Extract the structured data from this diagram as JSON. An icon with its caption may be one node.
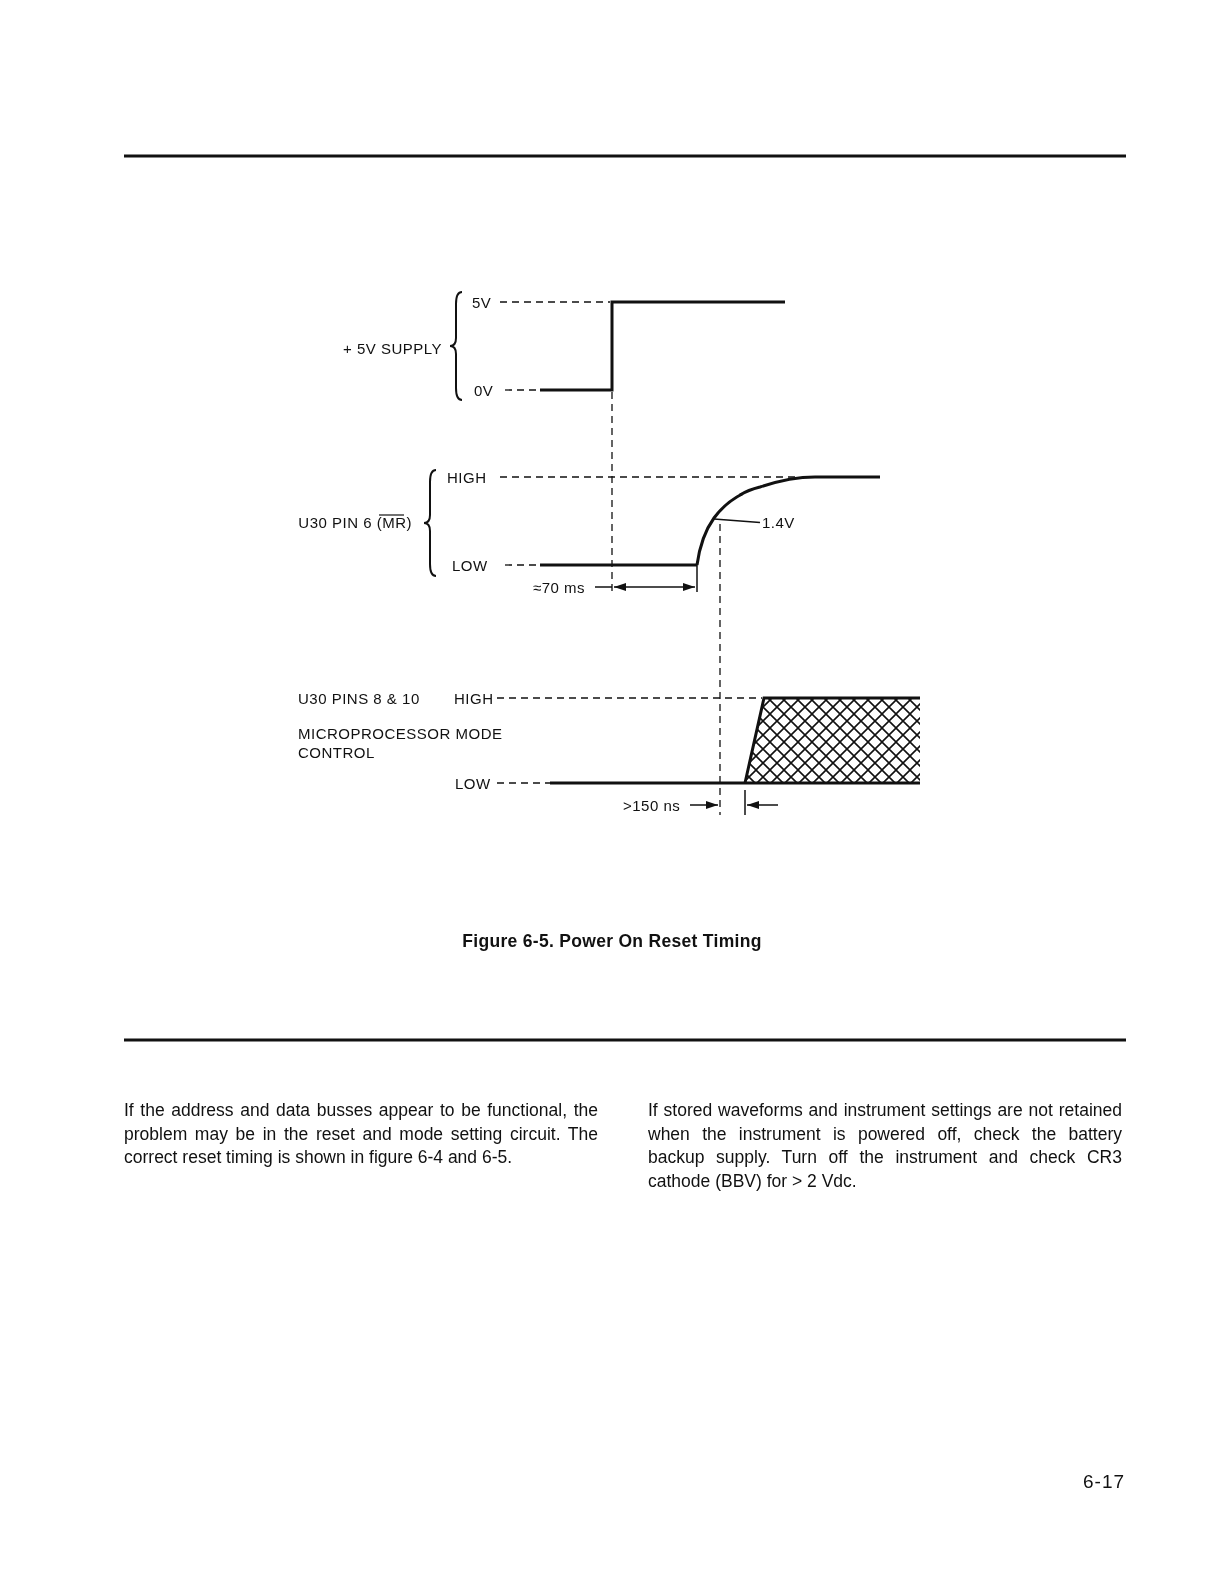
{
  "diagram": {
    "caption": "Figure 6-5. Power On Reset Timing",
    "nodes": [
      {
        "text": [
          "1.4V"
        ]
      },
      {
        "text": [],
        "shape": "curve"
      }
    ],
    "edges": [
      {
        "from": 0,
        "to": 1,
        "arrow": "none"
      }
    ],
    "labels": [
      "+ 5V SUPPLY",
      "5V",
      "0V",
      "U30 PIN 6 (MR)",
      "HIGH",
      "LOW",
      "≈70 ms",
      "U30 PINS 8 & 10",
      "HIGH",
      "MICROPROCESSOR MODE CONTROL",
      "LOW",
      ">150 ns",
      "If the address and data busses appear to be functional, the problem may be in the reset and mode setting circuit. The correct reset timing is shown in figure 6-4 and 6-5.",
      "If stored waveforms and instrument settings are not retained when the instrument is powered off, check the battery backup supply. Turn off the instrument and check CR3 cathode (BBV) for > 2 Vdc.",
      "6-17"
    ]
  }
}
